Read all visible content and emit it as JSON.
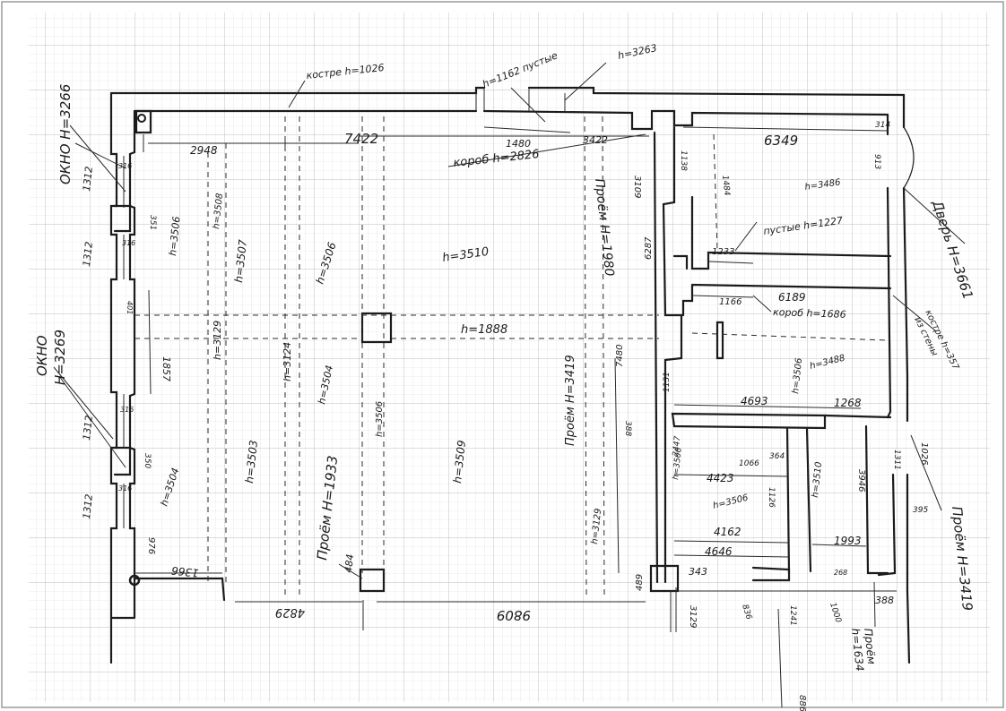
{
  "labels": {
    "window_top": "ОКНО H=3266",
    "window_mid_1": "ОКНО",
    "window_mid_2": "H=3269",
    "door_right": "Дверь H=3661",
    "opening_right": "Проём H=3419",
    "opening_center": "Проём H=1933",
    "opening_center2": "Проём H=3419",
    "opening_upper": "Проём H=1980",
    "opening_bottom_1": "Проём",
    "opening_bottom_2": "h=1634",
    "beam_top": "короб h=2826",
    "pipe_top": "костре h=1026",
    "pipe_top2": "h=1162 пустые",
    "pipe_top3": "h=3263",
    "pipe_mid": "пустые h=1227",
    "pipe_mid2": "короб h=1686",
    "pipe_right": "костре h=357",
    "pipe_right2": "из стены"
  },
  "dims": {
    "d7422": "7422",
    "d2948": "2948",
    "d6349": "6349",
    "d1480": "1480",
    "d3422": "3422",
    "d4693": "4693",
    "d1268": "1268",
    "d4423": "4423",
    "d4162": "4162",
    "d4646": "4646",
    "d1993": "1993",
    "d6189": "6189",
    "d1166": "1166",
    "d1233": "1233",
    "d4829": "4829",
    "d9809": "9809",
    "d1366": "1366",
    "d484": "484",
    "d489": "489",
    "d343": "343",
    "d388": "388",
    "d3129": "3129",
    "d1312a": "1312",
    "d1312b": "1312",
    "d1312c": "1312",
    "d1312d": "1312",
    "d1857": "1857",
    "d351": "351",
    "d350": "350",
    "d316a": "316",
    "d316b": "316",
    "d316c": "316",
    "d976": "976",
    "d3946": "3946",
    "d6287": "6287",
    "d1131": "1131",
    "d388b": "388",
    "d7480": "7480",
    "d3109": "3109",
    "d2447": "2447",
    "d1241": "1241",
    "d1000": "1000",
    "d886": "886",
    "d1026": "1026",
    "d1484": "1484",
    "d316d": "316",
    "d314": "314",
    "d268": "268",
    "d913": "913",
    "d836": "836",
    "d1066": "1066",
    "d1126": "1126",
    "d364": "364",
    "d395": "395",
    "d401": "401",
    "d1138": "1138",
    "d1311": "1311"
  },
  "heights": {
    "h1": "h=3507",
    "h2": "h=3506",
    "h3": "h=3510",
    "h4": "h=1888",
    "h5": "h=3129",
    "h6": "h=3124",
    "h7": "h=3504",
    "h8": "h=3503",
    "h9": "h=3504",
    "h10": "h=3509",
    "h11": "h=3506",
    "h12": "h=3508",
    "h13": "h=3506",
    "h14": "h=3488",
    "h15": "h=3506",
    "h16": "h=3506",
    "h17": "h=3129",
    "h18": "h=3510",
    "h19": "h=3506",
    "h20": "h=3486"
  }
}
